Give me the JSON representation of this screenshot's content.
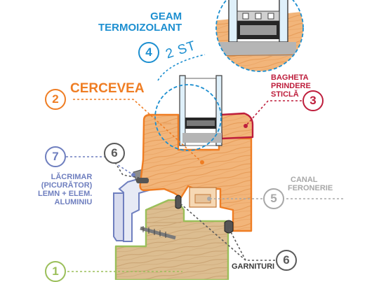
{
  "colors": {
    "blue": "#1d8fd0",
    "orange": "#ef7d23",
    "red": "#be1e3c",
    "violet": "#6f7fbf",
    "gray": "#a8a8a8",
    "green": "#9bbf5a",
    "dark": "#3a3a3a",
    "wood_orange": "#f0b074",
    "wood_green": "#d9b98c"
  },
  "callouts": {
    "glass": {
      "number": "4",
      "line1": "GEAM",
      "line2": "TERMOIZOLANT",
      "count": "2 ST"
    },
    "sash": {
      "number": "2",
      "label": "CERCEVEA"
    },
    "bead": {
      "number": "3",
      "line1": "BAGHETA",
      "line2": "PRINDERE",
      "line3": "STICLĂ"
    },
    "drip": {
      "number": "7",
      "line1": "LĂCRIMAR",
      "line2": "(PICURĂTOR)",
      "line3": "LEMN + ELEM.",
      "line4": "ALUMINIU"
    },
    "gasket_top": {
      "number": "6"
    },
    "hardware": {
      "number": "5",
      "line1": "CANAL",
      "line2": "FERONERIE"
    },
    "gaskets": {
      "number": "6",
      "label": "GARNITURI"
    },
    "frame": {
      "number": "1"
    }
  }
}
